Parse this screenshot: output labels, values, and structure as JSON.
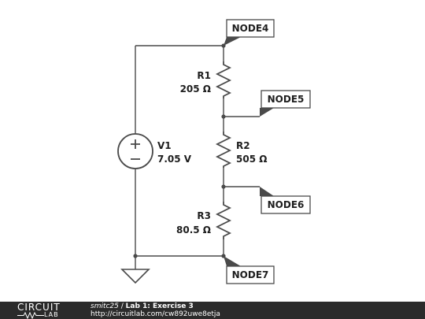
{
  "components": {
    "r1": {
      "name": "R1",
      "value": "205 Ω"
    },
    "r2": {
      "name": "R2",
      "value": "505 Ω"
    },
    "r3": {
      "name": "R3",
      "value": "80.5 Ω"
    },
    "v1": {
      "name": "V1",
      "value": "7.05 V"
    }
  },
  "nodes": {
    "node4": "NODE4",
    "node5": "NODE5",
    "node6": "NODE6",
    "node7": "NODE7"
  },
  "footer": {
    "logo_top": "CIRCUIT",
    "logo_bottom": "LAB",
    "author": "smitc25",
    "separator": " / ",
    "title": "Lab 1: Exercise 3",
    "url": "http://circuitlab.com/cw892uwe8etja"
  }
}
